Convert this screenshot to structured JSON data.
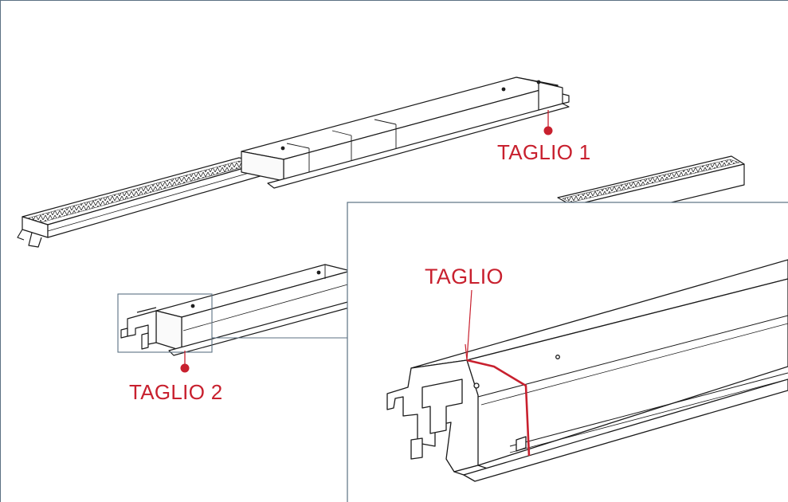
{
  "labels": {
    "cut1": "TAGLIO 1",
    "cut2": "TAGLIO 2",
    "cut_detail": "TAGLIO"
  },
  "colors": {
    "accent": "#c8202e",
    "frame": "#5b7183",
    "line": "#1a1a1a"
  }
}
